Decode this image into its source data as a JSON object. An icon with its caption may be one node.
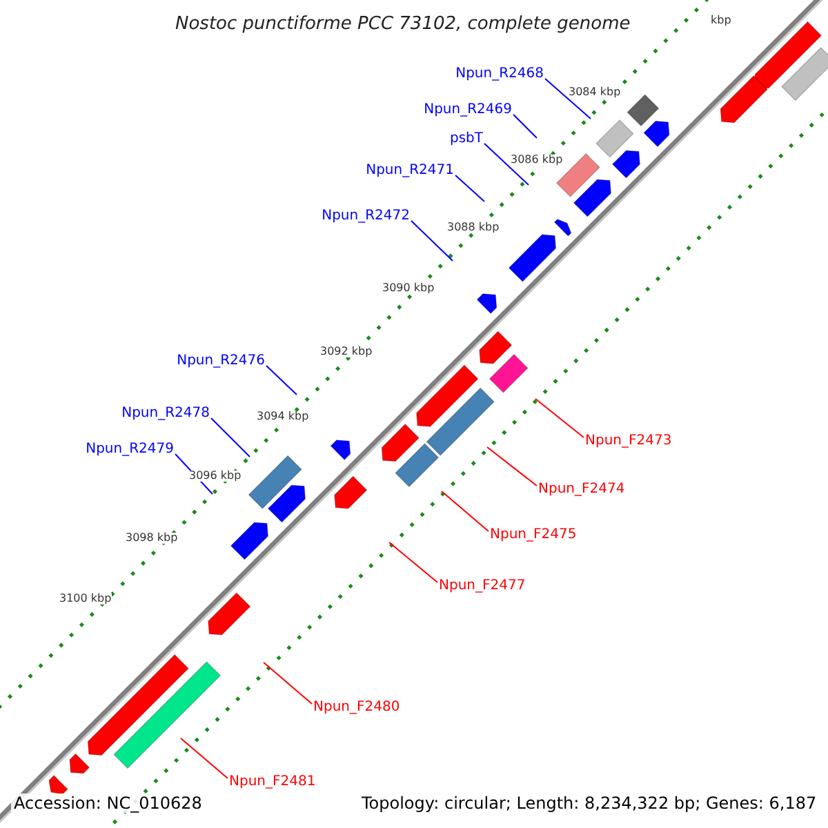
{
  "diagram": {
    "title": "Nostoc punctiforme PCC 73102, complete genome",
    "nodes": [
      {
        "text": [
          "Npun_R2468"
        ]
      },
      {
        "text": [
          "Npun_R2469"
        ]
      },
      {
        "text": [
          "psbT"
        ]
      },
      {
        "text": [
          "Npun_R2471"
        ]
      },
      {
        "text": [
          "Npun_R2472"
        ]
      },
      {
        "text": [
          "Npun_R2476"
        ]
      },
      {
        "text": [
          "Npun_R2478"
        ]
      },
      {
        "text": [
          "Npun_R2479"
        ]
      },
      {
        "text": [
          "Npun_F2473"
        ]
      },
      {
        "text": [
          "Npun_F2474"
        ]
      },
      {
        "text": [
          "Npun_F2475"
        ]
      },
      {
        "text": [
          "Npun_F2477"
        ]
      },
      {
        "text": [
          "Npun_F2480"
        ]
      },
      {
        "text": [
          "Npun_F2481"
        ]
      }
    ],
    "edges": [
      {
        "from": 0,
        "to": null,
        "arrow": "none"
      },
      {
        "from": 1,
        "to": null,
        "arrow": "none"
      },
      {
        "from": 2,
        "to": null,
        "arrow": "none"
      },
      {
        "from": 3,
        "to": null,
        "arrow": "none"
      },
      {
        "from": 4,
        "to": null,
        "arrow": "none"
      },
      {
        "from": 5,
        "to": null,
        "arrow": "none"
      },
      {
        "from": 6,
        "to": null,
        "arrow": "none"
      },
      {
        "from": 7,
        "to": null,
        "arrow": "none"
      },
      {
        "from": 8,
        "to": null,
        "arrow": "none",
        "color": "#ff0000"
      },
      {
        "from": 9,
        "to": null,
        "arrow": "none",
        "color": "#ff0000"
      },
      {
        "from": 10,
        "to": null,
        "arrow": "none",
        "color": "#ff0000"
      },
      {
        "from": 11,
        "to": null,
        "arrow": "none",
        "color": "#ff0000"
      },
      {
        "from": 12,
        "to": null,
        "arrow": "none",
        "color": "#ff0000"
      },
      {
        "from": 13,
        "to": null,
        "arrow": "none",
        "color": "#ff0000"
      }
    ],
    "labels": [
      "kbp",
      "3084 kbp",
      "3086 kbp",
      "3088 kbp",
      "3090 kbp",
      "3092 kbp",
      "3094 kbp",
      "3096 kbp",
      "3098 kbp",
      "3100 kbp",
      "Accession: NC_010628",
      "Topology: circular; Length: 8,234,322 bp; Genes: 6,187"
    ]
  }
}
